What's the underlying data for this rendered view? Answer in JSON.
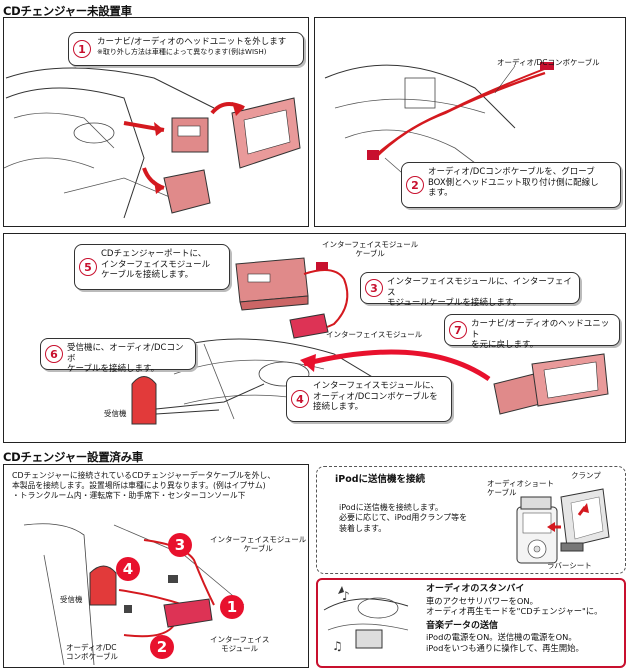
{
  "sections": {
    "not_installed_title": "CDチェンジャー未設置車",
    "installed_title": "CDチェンジャー設置済み車"
  },
  "step1": {
    "num": "1",
    "text": "カーナビ/オーディオのヘッドユニットを外します",
    "note": "※取り外し方法は車種によって異なります(例はWISH)"
  },
  "step2": {
    "num": "2",
    "line1": "オーディオ/DCコンボケーブルを、グローブ",
    "line2": "BOX側とヘッドユニット取り付け側に配線し",
    "line3": "ます。"
  },
  "label_audio_dc_cable": "オーディオ/DCコンボケーブル",
  "step5": {
    "num": "5",
    "line1": "CDチェンジャーポートに、",
    "line2": "インターフェイスモジュール",
    "line3": "ケーブルを接続します。"
  },
  "label_if_module_cable_line1": "インターフェイスモジュール",
  "label_if_module_cable_line2": "ケーブル",
  "step3": {
    "num": "3",
    "line1": "インターフェイスモジュールに、インターフェイス",
    "line2": "モジュールケーブルを接続します。"
  },
  "label_if_module": "インターフェイスモジュール",
  "step7": {
    "num": "7",
    "line1": "カーナビ/オーディオのヘッドユニット",
    "line2": "を元に戻します。"
  },
  "step6": {
    "num": "6",
    "line1": "受信機に、オーディオ/DCコンボ",
    "line2": "ケーブルを接続します。"
  },
  "label_receiver": "受信機",
  "step4": {
    "num": "4",
    "line1": "インターフェイスモジュールに、",
    "line2": "オーディオ/DCコンボケーブルを",
    "line3": "接続します。"
  },
  "installed_text": {
    "line1": "CDチェンジャーに接続されているCDチェンジャーデータケーブルを外し、",
    "line2": "本製品を接続します。設置場所は車種により異なります。(例はイプサム)",
    "line3": "・トランクルーム内・運転席下・助手席下・センターコンソール下"
  },
  "installed_labels": {
    "if_module_cable_line1": "インターフェイスモジュール",
    "if_module_cable_line2": "ケーブル",
    "receiver": "受信機",
    "if_module_line1": "インターフェイス",
    "if_module_line2": "モジュール",
    "audio_dc_line1": "オーディオ/DC",
    "audio_dc_line2": "コンボケーブル",
    "n1": "1",
    "n2": "2",
    "n3": "3",
    "n4": "4"
  },
  "ipod": {
    "title": "iPodに送信機を接続",
    "line1": "iPodに送信機を接続します。",
    "line2": "必要に応じて、iPod用クランプ等を",
    "line3": "装着します。",
    "label_audio_short_cable_line1": "オーディオショート",
    "label_audio_short_cable_line2": "ケーブル",
    "label_clamp": "クランプ",
    "label_rubber_sheet": "ラバーシート"
  },
  "standby": {
    "title1": "オーディオのスタンバイ",
    "t1_line1": "車のアクセサリパワーをON。",
    "t1_line2": "オーディオ再生モードを\"CDチェンジャー\"に。",
    "title2": "音楽データの送信",
    "t2_line1": "iPodの電源をON。送信機の電源をON。",
    "t2_line2": "iPodをいつも通りに操作して、再生開始。"
  },
  "colors": {
    "accent_red": "#c8102e",
    "bright_red": "#e8112d",
    "drawing": "#333333"
  }
}
